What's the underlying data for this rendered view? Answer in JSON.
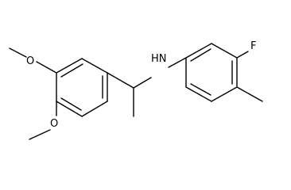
{
  "molecule": {
    "atoms": {
      "nh": "HN",
      "fluorine": "F",
      "oxygen_top": "O",
      "oxygen_bottom": "O"
    }
  },
  "colors": {
    "bond": "#000000",
    "label": "#000000",
    "background": "#ffffff"
  }
}
